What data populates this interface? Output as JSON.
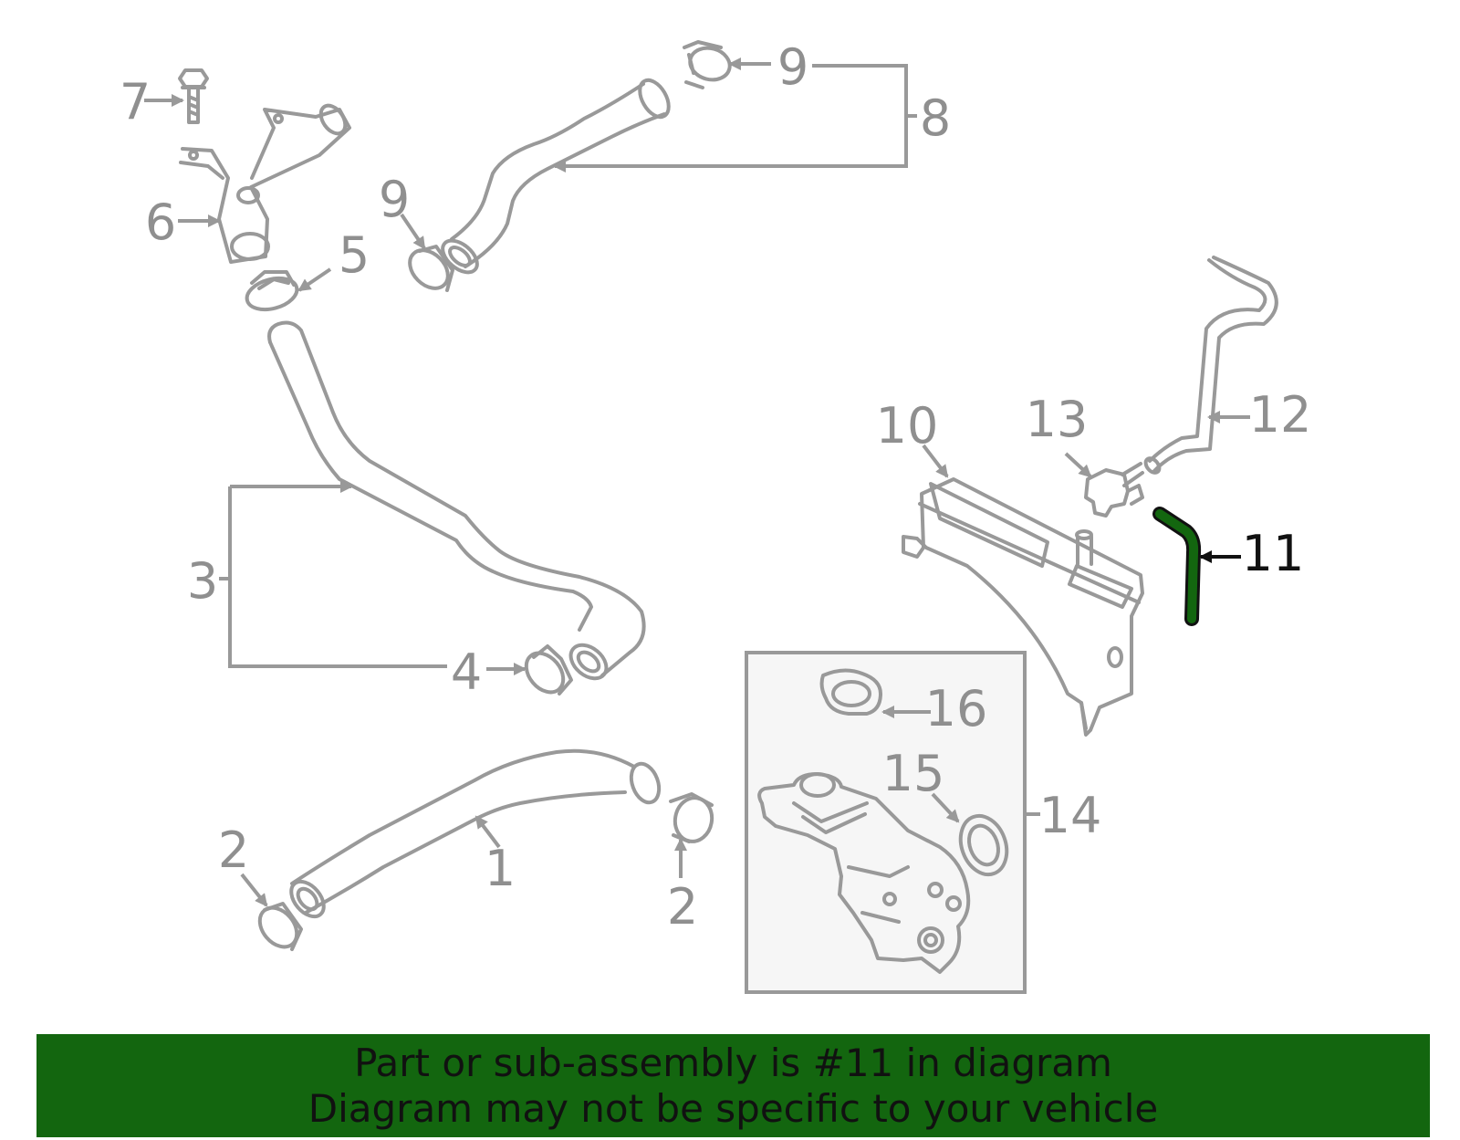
{
  "callouts": {
    "c1": "1",
    "c2a": "2",
    "c2b": "2",
    "c3": "3",
    "c4": "4",
    "c5": "5",
    "c6": "6",
    "c7": "7",
    "c8": "8",
    "c9a": "9",
    "c9b": "9",
    "c10": "10",
    "c11": "11",
    "c12": "12",
    "c13": "13",
    "c14": "14",
    "c15": "15",
    "c16": "16"
  },
  "highlight": {
    "part_number": "11",
    "color": "#13660f"
  },
  "banner": {
    "line1": "Part or sub-assembly is #11 in diagram",
    "line2": "Diagram may not be specific to your vehicle",
    "background": "#13660f"
  }
}
